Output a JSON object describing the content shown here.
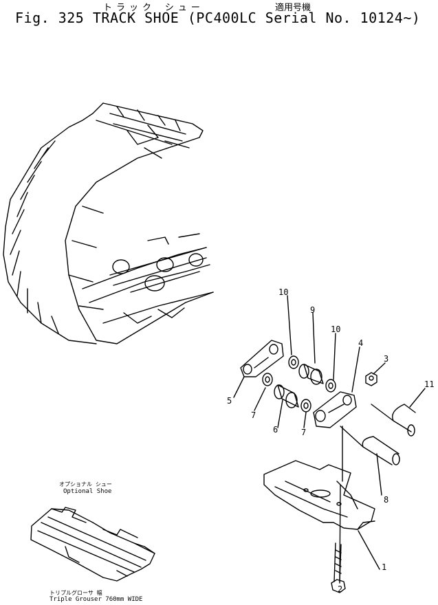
{
  "header": {
    "jp_title": "トラック シュー",
    "jp_serial_label": "適用号機",
    "title": "Fig. 325 TRACK SHOE (PC400LC Serial No. 10124~)"
  },
  "notes": {
    "optional_jp": "オプショナル シュー",
    "optional_en": "Optional Shoe",
    "triple_jp": "トリプルグローサ 幅",
    "triple_en": "Triple Grouser 760mm WIDE"
  },
  "callouts": [
    "10",
    "9",
    "10",
    "4",
    "3",
    "11",
    "5",
    "7",
    "6",
    "7",
    "8",
    "1",
    "2"
  ]
}
